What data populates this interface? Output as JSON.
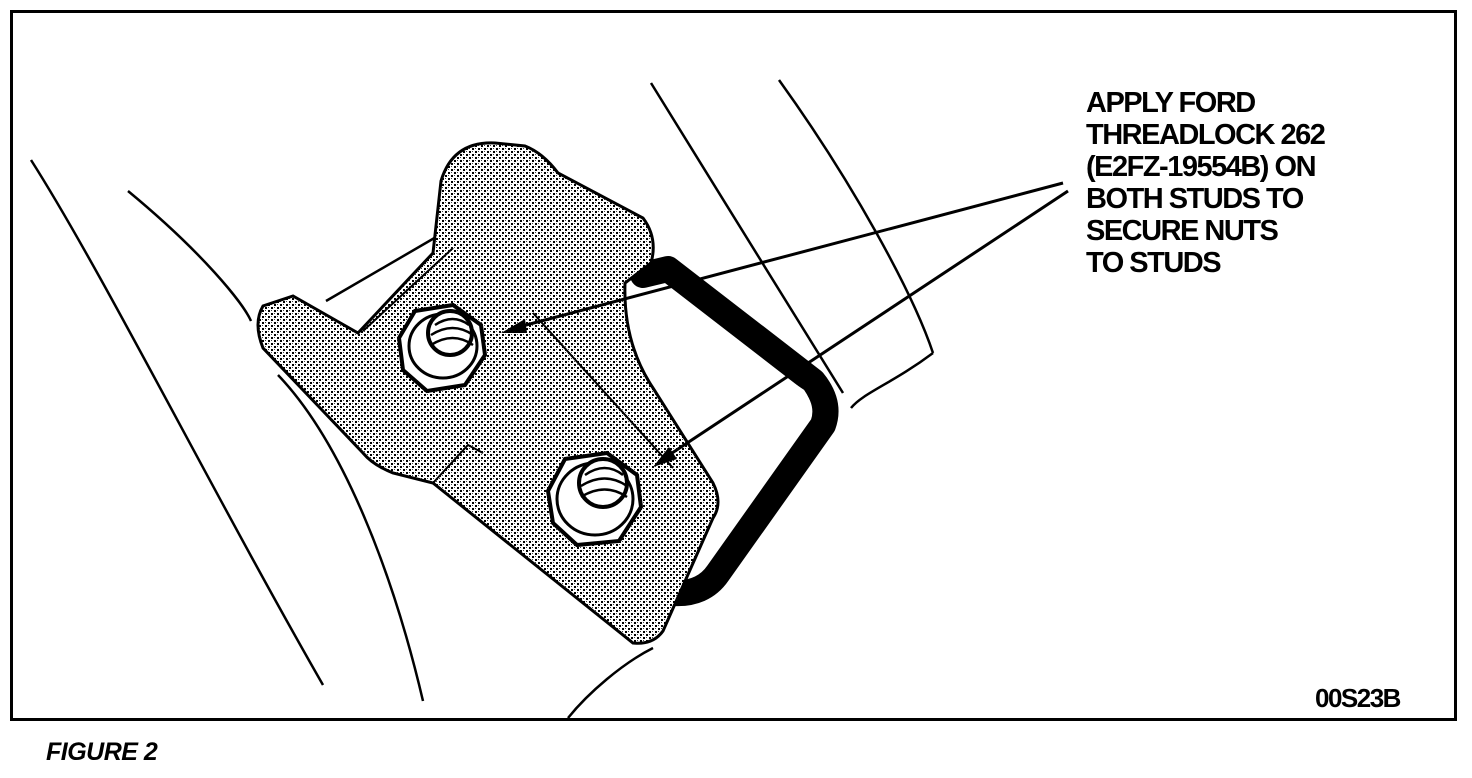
{
  "callout": {
    "lines": [
      "APPLY FORD",
      "THREADLOCK 262",
      "(E2FZ-19554B) ON",
      "BOTH STUDS TO",
      "SECURE NUTS",
      "TO STUDS"
    ]
  },
  "part_code": "00S23B",
  "caption": "FIGURE 2",
  "colors": {
    "ink": "#000000",
    "paper": "#ffffff",
    "stipple": "#9a9a9a"
  }
}
